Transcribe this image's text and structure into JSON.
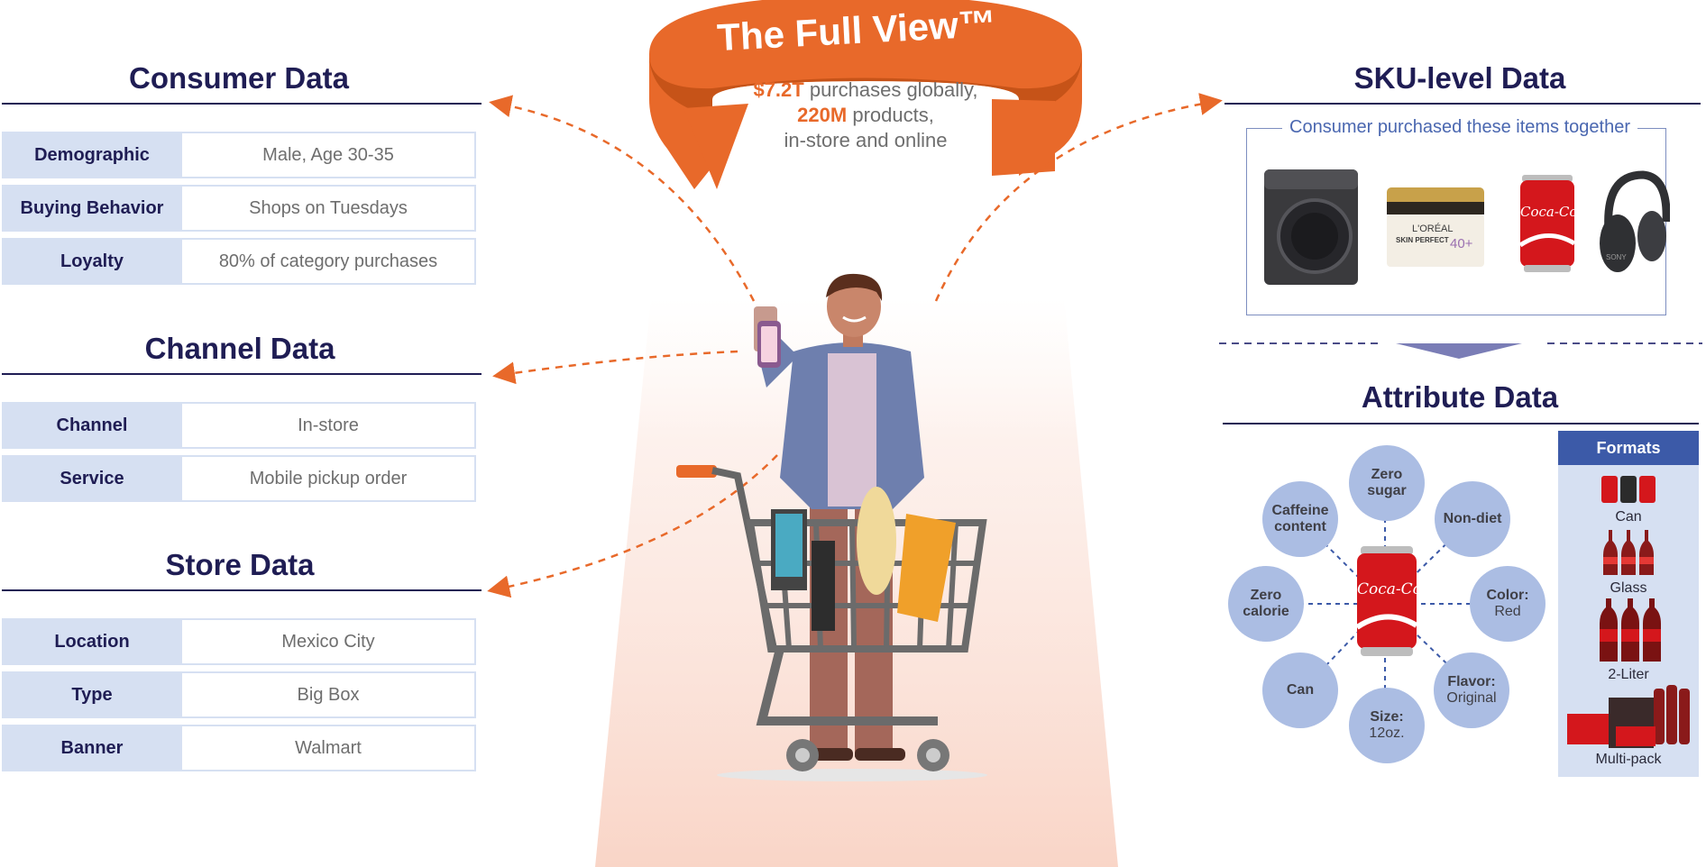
{
  "banner": {
    "title": "The Full View™",
    "line1_value": "$7.2T",
    "line1_text": " purchases globally,",
    "line2_value": "220M",
    "line2_text": " products,",
    "line3_text": "in-store and online"
  },
  "consumer": {
    "title": "Consumer Data",
    "rows": [
      {
        "key": "Demographic",
        "value": "Male, Age 30-35"
      },
      {
        "key": "Buying Behavior",
        "value": "Shops on Tuesdays"
      },
      {
        "key": "Loyalty",
        "value": "80% of category purchases"
      }
    ]
  },
  "channel": {
    "title": "Channel Data",
    "rows": [
      {
        "key": "Channel",
        "value": "In-store"
      },
      {
        "key": "Service",
        "value": "Mobile pickup order"
      }
    ]
  },
  "store": {
    "title": "Store Data",
    "rows": [
      {
        "key": "Location",
        "value": "Mexico City"
      },
      {
        "key": "Type",
        "value": "Big Box"
      },
      {
        "key": "Banner",
        "value": "Walmart"
      }
    ]
  },
  "sku": {
    "title": "SKU-level Data",
    "caption": "Consumer purchased these items together",
    "products": [
      "washing-machine",
      "loreal-skin-perfect-cream",
      "coca-cola-can",
      "sony-headphones"
    ],
    "loreal_brand": "L'ORÉAL",
    "loreal_line": "SKIN PERFECT",
    "loreal_age": "40+",
    "coke_brand": "Coca-Cola",
    "sony_brand": "SONY"
  },
  "attribute": {
    "title": "Attribute Data",
    "bubbles": {
      "zero_sugar": "Zero sugar",
      "non_diet": "Non-diet",
      "color_label": "Color:",
      "color_value": "Red",
      "flavor_label": "Flavor:",
      "flavor_value": "Original",
      "size_label": "Size:",
      "size_value": "12oz.",
      "can": "Can",
      "zero_calorie": "Zero calorie",
      "caffeine": "Caffeine content"
    }
  },
  "formats": {
    "title": "Formats",
    "items": [
      "Can",
      "Glass",
      "2-Liter",
      "Multi-pack"
    ]
  },
  "colors": {
    "navy": "#1f1d54",
    "orange": "#e8692a",
    "light_blue": "#d6e0f2",
    "bubble": "#abbde3",
    "formats_header": "#3c5aa8"
  }
}
